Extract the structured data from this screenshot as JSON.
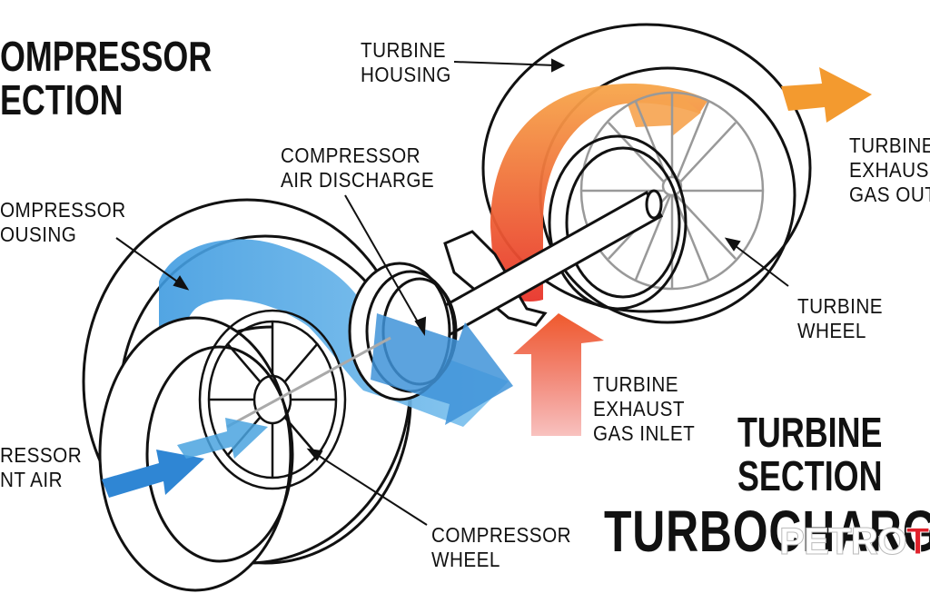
{
  "labels": {
    "compressor_section": "OMPRESSOR\nECTION",
    "turbine_housing": "TURBINE\nHOUSING",
    "compressor_air_discharge": "COMPRESSOR\nAIR DISCHARGE",
    "compressor_housing": "OMPRESSOR\nOUSING",
    "compressor_inlet_air": "RESSOR\nNT AIR",
    "turbine_exhaust_gas_outlet": "TURBINE\nEXHAUS\nGAS OUT",
    "turbine_wheel": "TURBINE\nWHEEL",
    "turbine_exhaust_gas_inlet": "TURBINE\nEXHAUST\nGAS INLET",
    "compressor_wheel": "COMPRESSOR\nWHEEL",
    "turbine_section": "TURBINE\nSECTION",
    "title": "TURBOCHARG"
  },
  "logo": {
    "part1": "PETRO",
    "part2": "TEX"
  },
  "colors": {
    "cold_air": "#4aa3df",
    "hot_gas_start": "#f7a64a",
    "hot_gas_end": "#e8342a",
    "outline": "#111111",
    "brand_red": "#e0212b"
  }
}
